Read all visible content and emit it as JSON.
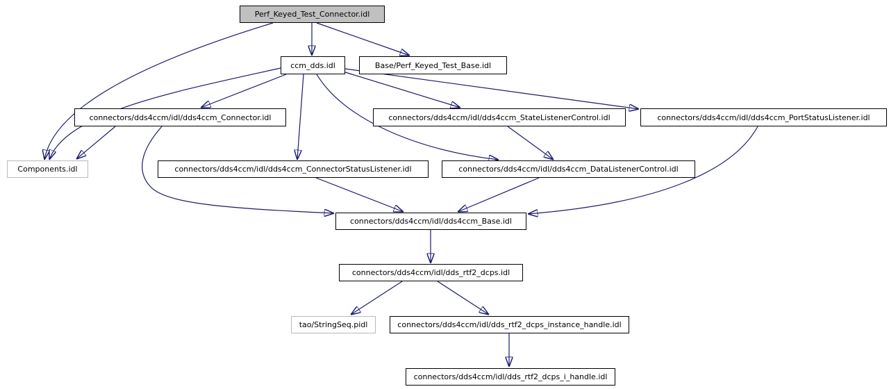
{
  "diagram": {
    "kind": "include-dependency-graph",
    "colors": {
      "edge": "#191970",
      "root_node_fill": "#c0c0c0",
      "node_fill": "#ffffff",
      "node_border": "#000000",
      "external_node_border": "#b9b9b9",
      "background": "#ffffff"
    },
    "nodes": [
      {
        "id": "perf",
        "label": "Perf_Keyed_Test_Connector.idl"
      },
      {
        "id": "ccm",
        "label": "ccm_dds.idl"
      },
      {
        "id": "baseperf",
        "label": "Base/Perf_Keyed_Test_Base.idl"
      },
      {
        "id": "connector",
        "label": "connectors/dds4ccm/idl/dds4ccm_Connector.idl"
      },
      {
        "id": "state",
        "label": "connectors/dds4ccm/idl/dds4ccm_StateListenerControl.idl"
      },
      {
        "id": "port",
        "label": "connectors/dds4ccm/idl/dds4ccm_PortStatusListener.idl"
      },
      {
        "id": "components",
        "label": "Components.idl"
      },
      {
        "id": "connstat",
        "label": "connectors/dds4ccm/idl/dds4ccm_ConnectorStatusListener.idl"
      },
      {
        "id": "datactrl",
        "label": "connectors/dds4ccm/idl/dds4ccm_DataListenerControl.idl"
      },
      {
        "id": "base",
        "label": "connectors/dds4ccm/idl/dds4ccm_Base.idl"
      },
      {
        "id": "dcps",
        "label": "connectors/dds4ccm/idl/dds_rtf2_dcps.idl"
      },
      {
        "id": "stringseq",
        "label": "tao/StringSeq.pidl"
      },
      {
        "id": "instance",
        "label": "connectors/dds4ccm/idl/dds_rtf2_dcps_instance_handle.idl"
      },
      {
        "id": "ihandle",
        "label": "connectors/dds4ccm/idl/dds_rtf2_dcps_i_handle.idl"
      }
    ],
    "edges": [
      {
        "from": "perf",
        "to": "ccm"
      },
      {
        "from": "perf",
        "to": "baseperf"
      },
      {
        "from": "perf",
        "to": "components"
      },
      {
        "from": "ccm",
        "to": "components"
      },
      {
        "from": "ccm",
        "to": "connector"
      },
      {
        "from": "ccm",
        "to": "connstat"
      },
      {
        "from": "ccm",
        "to": "datactrl"
      },
      {
        "from": "ccm",
        "to": "state"
      },
      {
        "from": "ccm",
        "to": "port"
      },
      {
        "from": "connector",
        "to": "components"
      },
      {
        "from": "connector",
        "to": "base"
      },
      {
        "from": "state",
        "to": "datactrl"
      },
      {
        "from": "connstat",
        "to": "base"
      },
      {
        "from": "datactrl",
        "to": "base"
      },
      {
        "from": "port",
        "to": "base"
      },
      {
        "from": "base",
        "to": "dcps"
      },
      {
        "from": "dcps",
        "to": "stringseq"
      },
      {
        "from": "dcps",
        "to": "instance"
      },
      {
        "from": "instance",
        "to": "ihandle"
      }
    ]
  }
}
